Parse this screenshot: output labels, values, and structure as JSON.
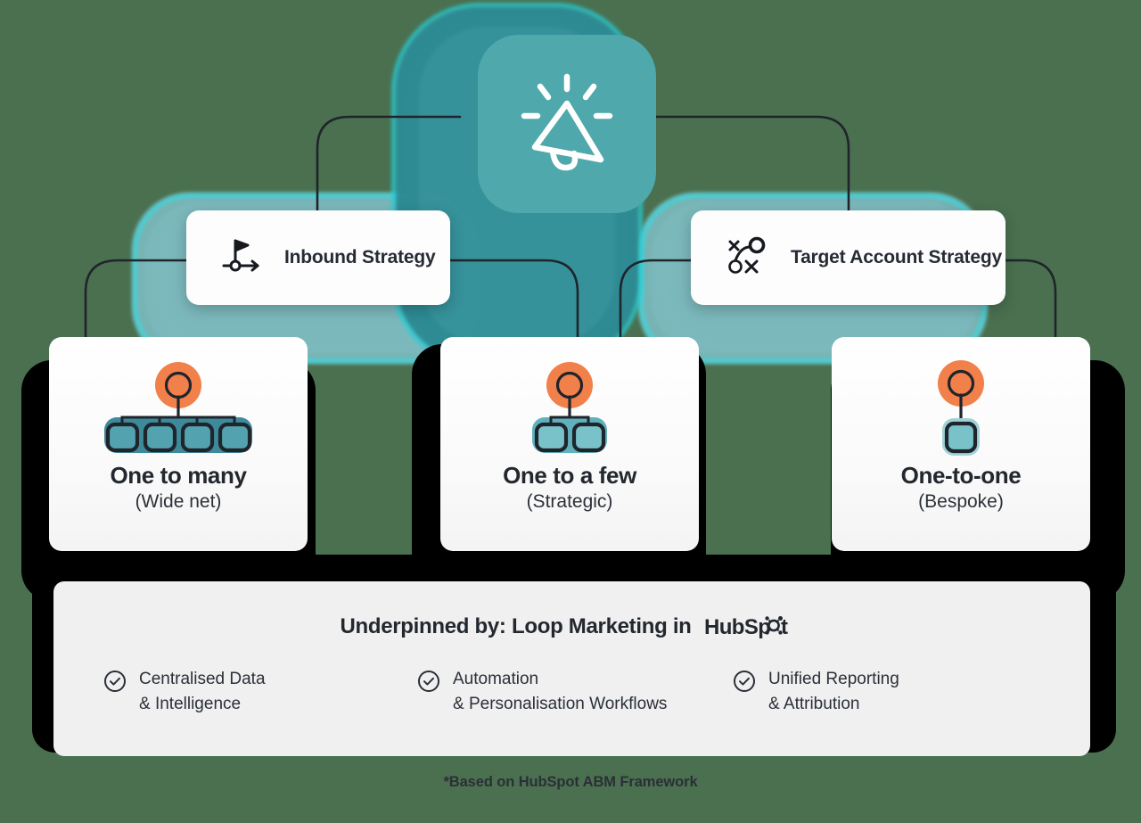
{
  "diagram": {
    "hub": {
      "icon": "megaphone-icon",
      "accent_color": "#4fa8ab",
      "glow_color": "#25e6ef"
    },
    "strategies": [
      {
        "label": "Inbound Strategy",
        "icon": "flag-path-icon"
      },
      {
        "label": "Target Account Strategy",
        "icon": "play-strategy-icon"
      }
    ],
    "approaches": [
      {
        "title": "One to many",
        "subtitle": "(Wide net)",
        "icon": "one-to-many-icon",
        "targets": 4
      },
      {
        "title": "One to a few",
        "subtitle": "(Strategic)",
        "icon": "one-to-a-few-icon",
        "targets": 2
      },
      {
        "title": "One-to-one",
        "subtitle": "(Bespoke)",
        "icon": "one-to-one-icon",
        "targets": 1
      }
    ],
    "footer": {
      "heading": "Underpinned by: Loop Marketing in",
      "brand": "HubSpot",
      "pillars": [
        {
          "line1": "Centralised Data",
          "line2": "& Intelligence",
          "icon": "check-circle-icon"
        },
        {
          "line1": "Automation",
          "line2": "& Personalisation Workflows",
          "icon": "check-circle-icon"
        },
        {
          "line1": "Unified Reporting",
          "line2": "& Attribution",
          "icon": "check-circle-icon"
        }
      ]
    },
    "footnote": "*Based on HubSpot ABM Framework",
    "colors": {
      "background": "#4a7050",
      "panel": "#f0f0f0",
      "node_orange": "#f2804a",
      "teal_bar": "#3d8a9b",
      "ink": "#23282f"
    }
  }
}
